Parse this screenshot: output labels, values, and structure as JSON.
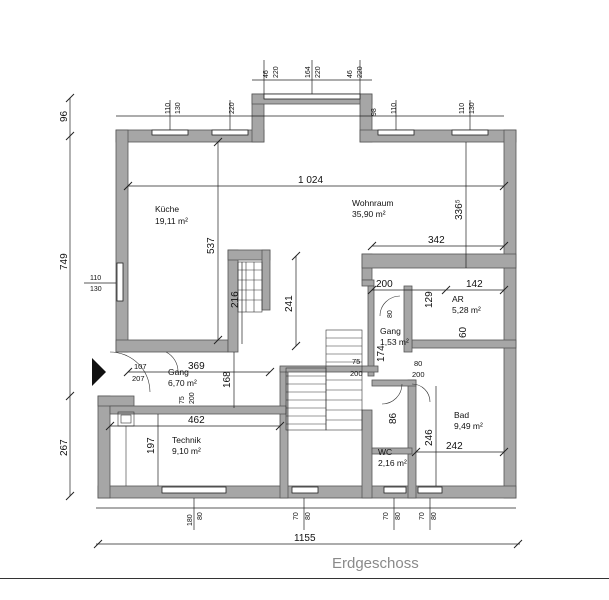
{
  "floor_title": "Erdgeschoss",
  "rooms": [
    {
      "name": "Küche",
      "area": "19,11 m²"
    },
    {
      "name": "Wohnraum",
      "area": "35,90 m²"
    },
    {
      "name": "AR",
      "area": "5,28 m²"
    },
    {
      "name": "Gang",
      "area": "1,53 m²"
    },
    {
      "name": "Gang",
      "area": "6,70 m²"
    },
    {
      "name": "Bad",
      "area": "9,49 m²"
    },
    {
      "name": "Technik",
      "area": "9,10 m²"
    },
    {
      "name": "WC",
      "area": "2,16 m²"
    }
  ],
  "dimensions": {
    "total_width": "1155",
    "total_height": "749",
    "inner_width": "1 024",
    "left_96": "96",
    "left_267": "267",
    "d537": "537",
    "d216": "216",
    "d241": "241",
    "d336": "336⁵",
    "d342": "342",
    "d200": "200",
    "d142": "142",
    "d129": "129",
    "d60": "60",
    "d369": "369",
    "d168": "168",
    "d462": "462",
    "d197": "197",
    "d174": "174",
    "d86": "86",
    "d246": "246",
    "d242": "242",
    "d75": "75",
    "d200b": "200",
    "d80": "80",
    "d200c": "200",
    "door_107": "107",
    "door_207": "207",
    "win_110": "110",
    "win_130": "130",
    "win_220": "220",
    "bay_46": "46",
    "bay_164": "164",
    "bay_98": "98",
    "bot_180": "180",
    "bot_80": "80",
    "bot_70": "70",
    "g75": "75",
    "g200": "200",
    "g80": "80"
  }
}
